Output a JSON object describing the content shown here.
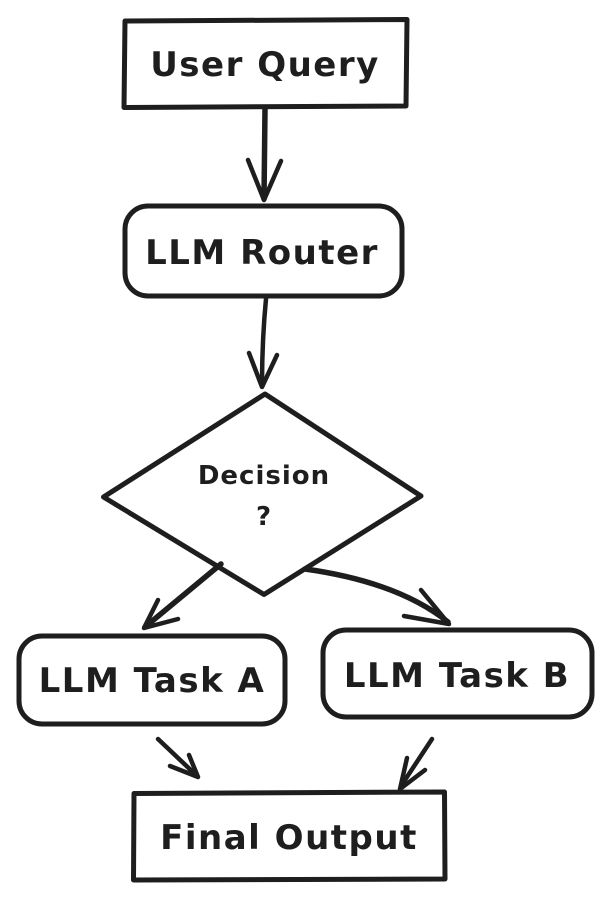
{
  "colors": {
    "stroke": "#1e1e1e",
    "background": "#ffffff"
  },
  "diagram": {
    "description": "Hand-drawn style flowchart of an LLM routing pipeline",
    "nodes": {
      "user_query": {
        "label": "User Query",
        "shape": "rectangle"
      },
      "llm_router": {
        "label": "LLM Router",
        "shape": "rounded-rectangle"
      },
      "decision": {
        "label": "Decision",
        "label_line2": "?",
        "shape": "diamond"
      },
      "llm_task_a": {
        "label": "LLM Task A",
        "shape": "rounded-rectangle"
      },
      "llm_task_b": {
        "label": "LLM Task B",
        "shape": "rounded-rectangle"
      },
      "final_output": {
        "label": "Final Output",
        "shape": "rectangle"
      }
    },
    "edges": [
      {
        "from": "user_query",
        "to": "llm_router",
        "style": "straight-arrow"
      },
      {
        "from": "llm_router",
        "to": "decision",
        "style": "straight-arrow"
      },
      {
        "from": "decision",
        "to": "llm_task_a",
        "style": "straight-arrow"
      },
      {
        "from": "decision",
        "to": "llm_task_b",
        "style": "curved-arrow"
      },
      {
        "from": "llm_task_a",
        "to": "final_output",
        "style": "straight-arrow"
      },
      {
        "from": "llm_task_b",
        "to": "final_output",
        "style": "straight-arrow"
      }
    ]
  }
}
